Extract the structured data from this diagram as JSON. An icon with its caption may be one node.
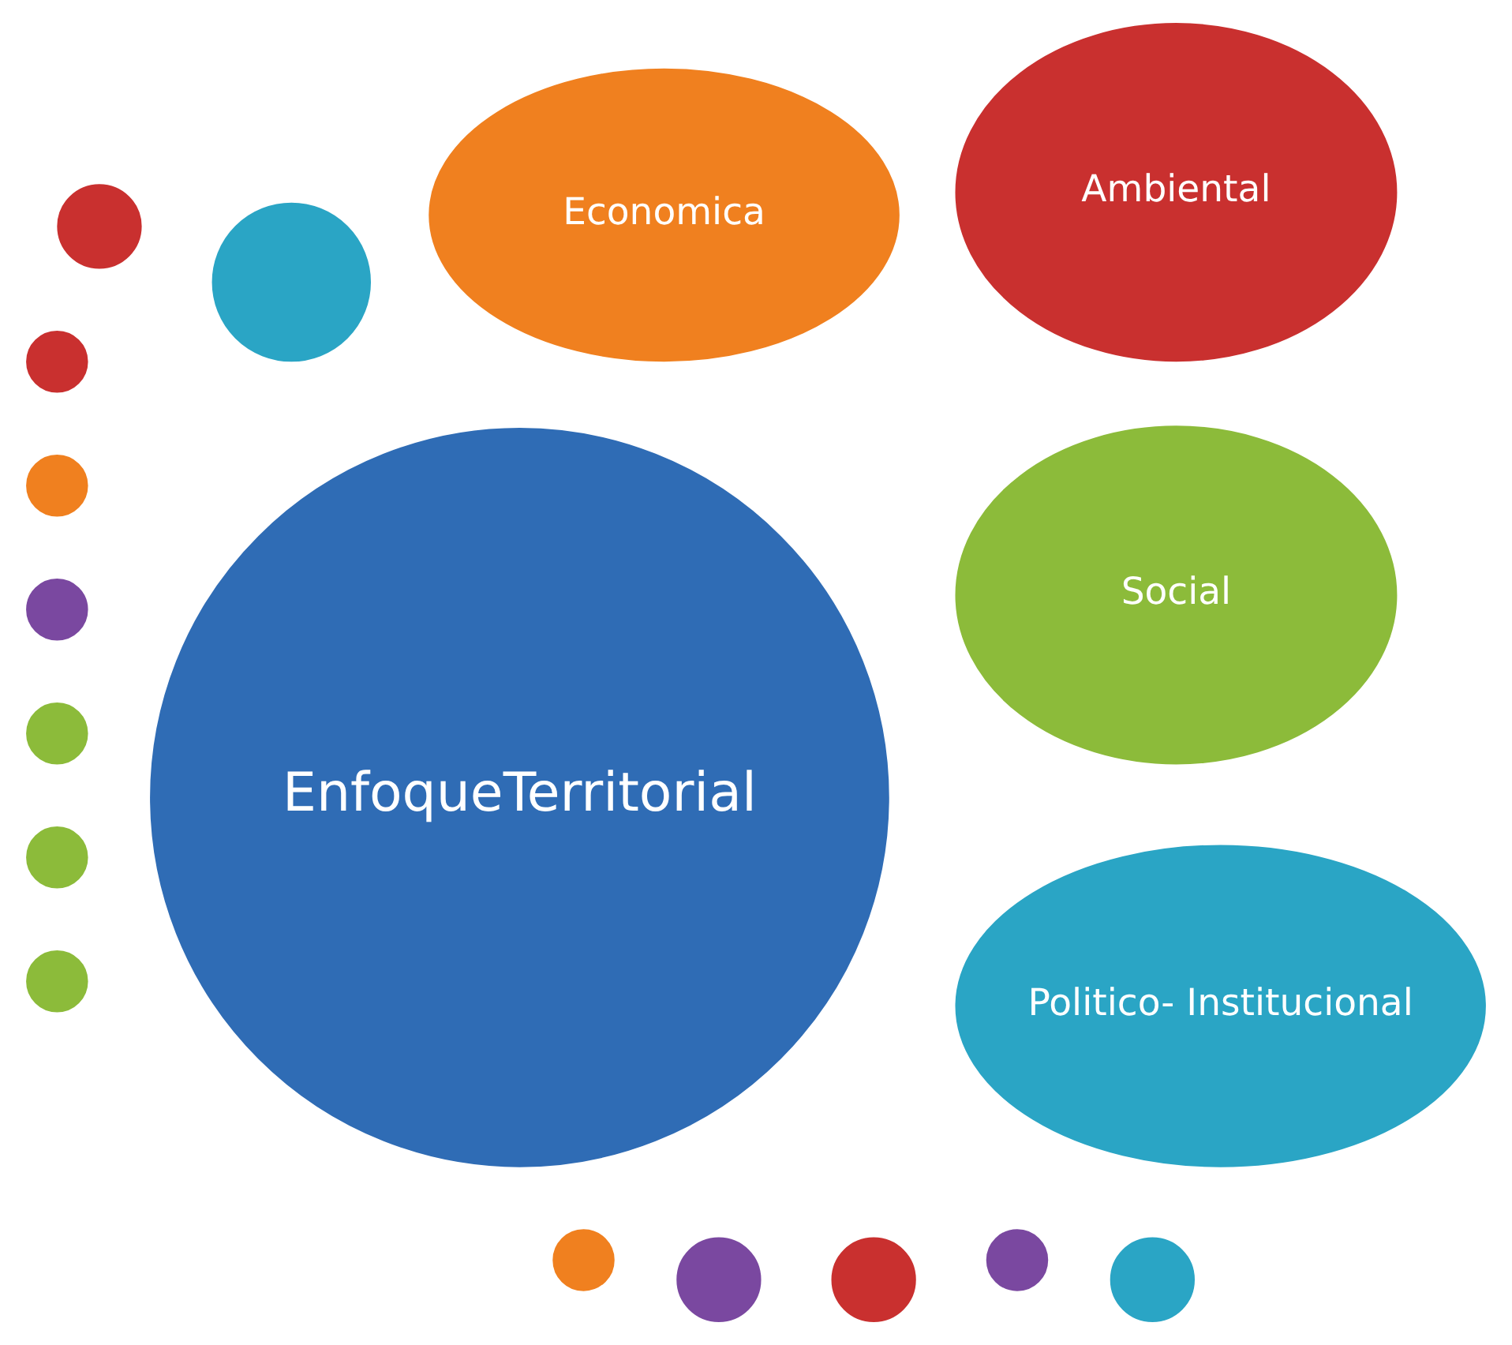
{
  "diagram": {
    "nodes": [
      {
        "text": [],
        "shape": "circle"
      },
      {
        "text": [],
        "shape": "circle"
      },
      {
        "text": [],
        "shape": "circle"
      },
      {
        "text": [
          "Economica"
        ]
      },
      {
        "text": [
          "Social"
        ]
      },
      {
        "text": [],
        "shape": "circle"
      },
      {
        "text": [],
        "shape": "circle"
      },
      {
        "text": [
          "EnfoqueTerritorial"
        ]
      },
      {
        "text": [],
        "shape": "circle"
      },
      {
        "text": [],
        "shape": "circle"
      },
      {
        "text": [],
        "shape": "circle"
      },
      {
        "text": [
          "Politico- Institucional"
        ]
      },
      {
        "text": [],
        "shape": "circle"
      },
      {
        "text": [],
        "shape": "circle"
      },
      {
        "text": [],
        "shape": "circle"
      },
      {
        "text": [],
        "shape": "circle"
      },
      {
        "text": [],
        "shape": "circle"
      },
      {
        "text": [
          "Ambiental"
        ]
      }
    ]
  }
}
